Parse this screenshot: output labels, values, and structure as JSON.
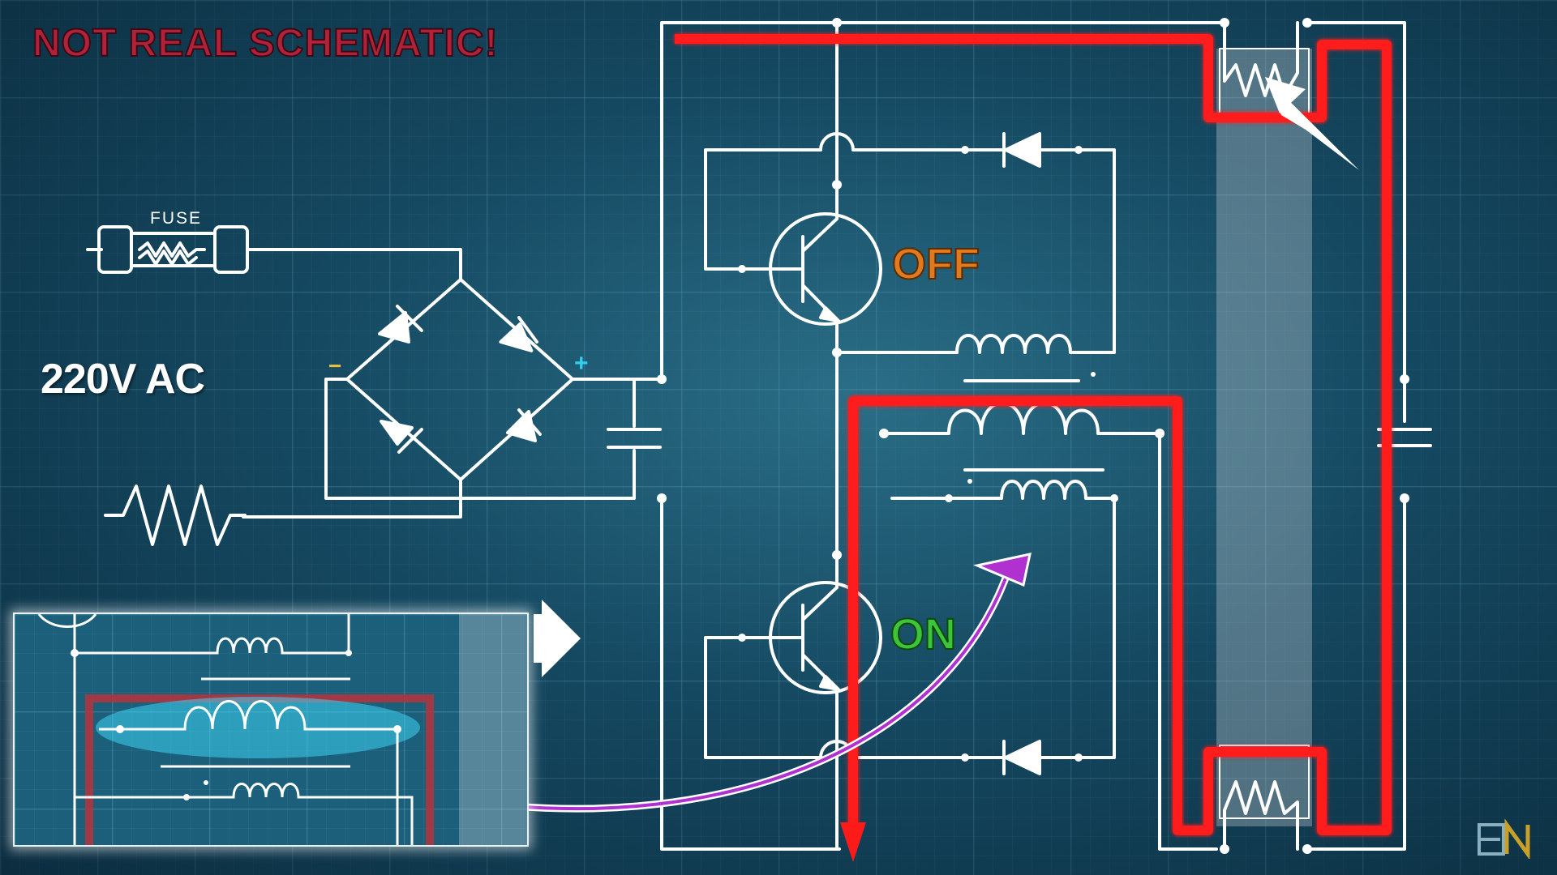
{
  "labels": {
    "warning": "NOT REAL SCHEMATIC!",
    "fuse": "FUSE",
    "voltage": "220V AC",
    "minus": "−",
    "plus": "+",
    "transistor_top_state": "OFF",
    "transistor_bottom_state": "ON"
  },
  "colors": {
    "background": "#154a62",
    "circuit_wire": "#ffffff",
    "current_path": "#ff1a1a",
    "warning_text": "#b0223a",
    "off_text": "#e07a20",
    "on_text": "#3ec43a",
    "plus_marker": "#30d0f0",
    "minus_marker": "#e8c040",
    "arrow": "#b030d0",
    "highlight_glow": "#40e0ff"
  },
  "icons": {
    "fuse": "fuse-icon",
    "bridge_rectifier": "bridge-rectifier-icon",
    "resistor": "resistor-icon",
    "capacitor": "capacitor-icon",
    "transistor": "npn-transistor-icon",
    "diode": "diode-icon",
    "transformer": "transformer-icon",
    "lamp_filament": "filament-icon",
    "logo": "channel-logo-icon"
  }
}
